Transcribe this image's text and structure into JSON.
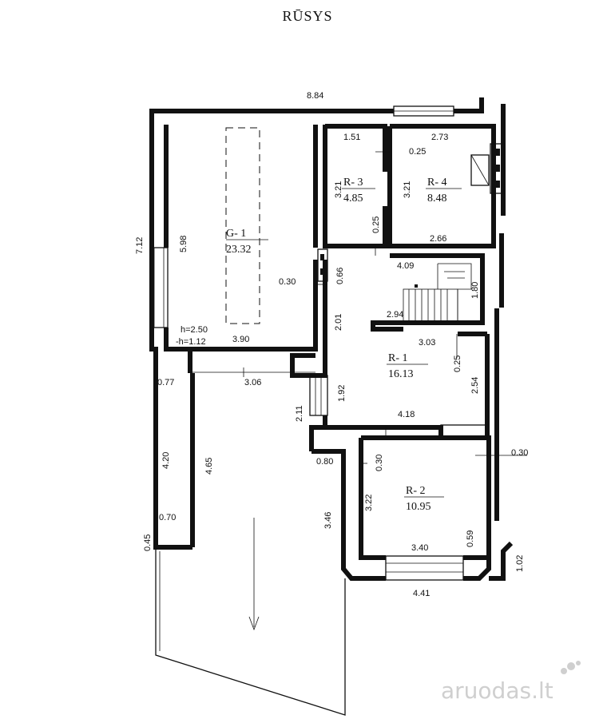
{
  "title": "RŪSYS",
  "watermark": "aruodas.lt",
  "rooms": [
    {
      "id": "G- 1",
      "area": "23.32"
    },
    {
      "id": "R- 3",
      "area": "4.85"
    },
    {
      "id": "R- 4",
      "area": "8.48"
    },
    {
      "id": "R- 1",
      "area": "16.13"
    },
    {
      "id": "R- 2",
      "area": "10.95"
    }
  ],
  "height_note": {
    "h": "h=2.50",
    "minus_h": "-h=1.12"
  },
  "dims": {
    "d884": "8.84",
    "d712": "7.12",
    "d598": "5.98",
    "d030a": "0.30",
    "d390": "3.90",
    "d151": "1.51",
    "d321a": "3.21",
    "d025a": "0.25",
    "d273": "2.73",
    "d321b": "3.21",
    "d025b": "0.25",
    "d266": "2.66",
    "d066": "0.66",
    "d409": "4.09",
    "d180": "1.80",
    "d201": "2.01",
    "d294": "2.94",
    "d303": "3.03",
    "d025c": "0.25",
    "d254": "2.54",
    "d192": "1.92",
    "d418": "4.18",
    "d211": "2.11",
    "d077": "0.77",
    "d306": "3.06",
    "d420": "4.20",
    "d465": "4.65",
    "d080": "0.80",
    "d030b": "0.30",
    "d030c": "0.30",
    "d322": "3.22",
    "d346": "3.46",
    "d070": "0.70",
    "d045": "0.45",
    "d340": "3.40",
    "d059": "0.59",
    "d102": "1.02",
    "d441": "4.41"
  }
}
